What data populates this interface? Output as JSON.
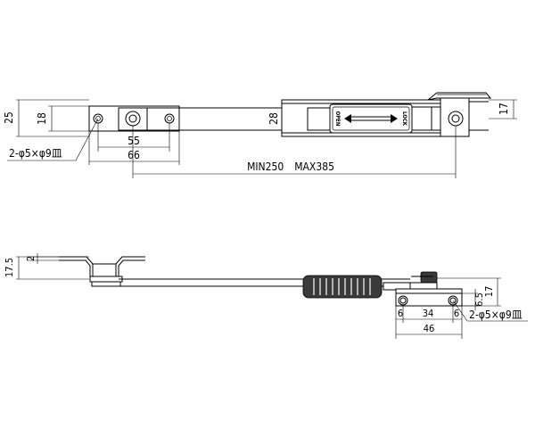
{
  "top_view": {
    "dim_height_25": "25",
    "dim_height_18": "18",
    "dim_height_28": "28",
    "dim_height_17": "17",
    "dim_55": "55",
    "dim_66": "66",
    "dim_length": "MIN250　MAX385",
    "hole_note": "2-φ5×φ9皿",
    "slider_label_open": "OPEN",
    "slider_label_lock": "LOCK"
  },
  "side_view": {
    "dim_17_5": "17.5",
    "dim_2": "2",
    "dim_6_5": "6.5",
    "dim_17": "17",
    "dim_6_left": "6",
    "dim_34": "34",
    "dim_6_right": "6",
    "dim_46": "46",
    "hole_note": "2-φ5×φ9皿"
  }
}
